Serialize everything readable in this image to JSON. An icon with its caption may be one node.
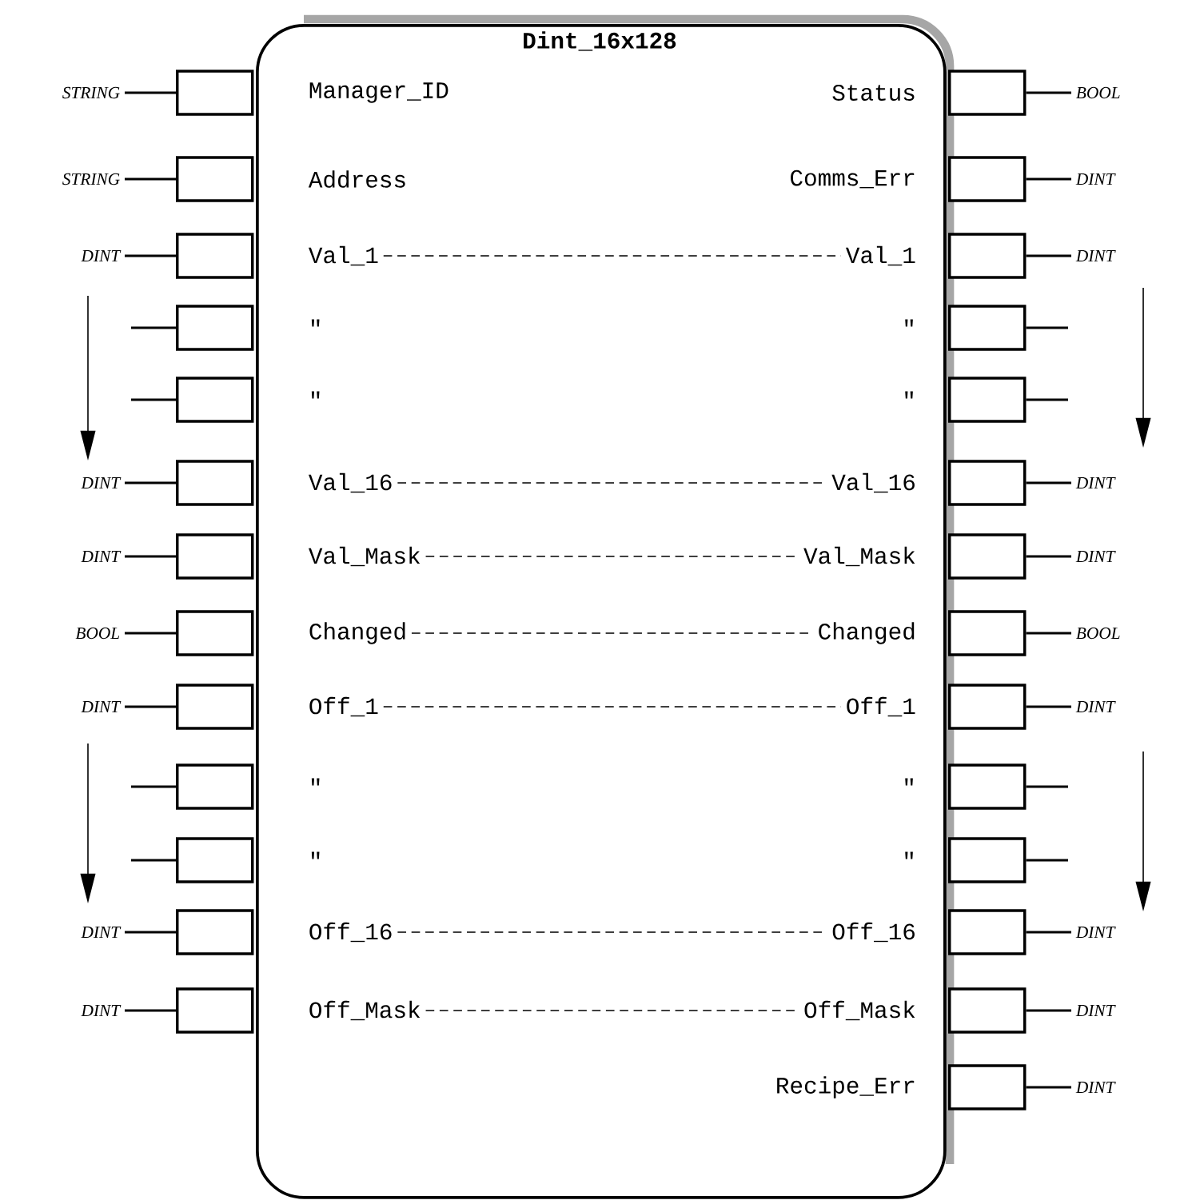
{
  "diagram": {
    "nodes": [
      {
        "text": [
          "Dint_16x128"
        ]
      },
      {
        "text": [
          "STRING"
        ]
      },
      {
        "text": [],
        "shape": "box"
      },
      {
        "text": [
          "Manager_ID"
        ],
        "in": 0
      },
      {
        "text": [
          "Status"
        ],
        "in": 0
      },
      {
        "text": [],
        "shape": "box"
      },
      {
        "text": [
          "BOOL"
        ]
      },
      {
        "text": [
          "STRING"
        ]
      },
      {
        "text": [],
        "shape": "box"
      },
      {
        "text": [
          "Address"
        ],
        "in": 0
      },
      {
        "text": [
          "Comms_Err"
        ],
        "in": 0
      },
      {
        "text": [],
        "shape": "box"
      },
      {
        "text": [
          "DINT"
        ]
      },
      {
        "text": [
          "DINT"
        ]
      },
      {
        "text": [],
        "shape": "box"
      },
      {
        "text": [
          "Val_1"
        ],
        "in": 0
      },
      {
        "text": [
          "Val_1"
        ],
        "in": 0
      },
      {
        "text": [],
        "shape": "box"
      },
      {
        "text": [
          "DINT"
        ]
      },
      {
        "text": [],
        "shape": "box"
      },
      {
        "text": [
          "\""
        ],
        "in": 0
      },
      {
        "text": [
          "\""
        ],
        "in": 0
      },
      {
        "text": [],
        "shape": "box"
      },
      {
        "text": [],
        "shape": "box"
      },
      {
        "text": [
          "\""
        ],
        "in": 0
      },
      {
        "text": [
          "\""
        ],
        "in": 0
      },
      {
        "text": [],
        "shape": "box"
      },
      {
        "text": [
          "DINT"
        ]
      },
      {
        "text": [],
        "shape": "box"
      },
      {
        "text": [
          "Val_16"
        ],
        "in": 0
      },
      {
        "text": [
          "Val_16"
        ],
        "in": 0
      },
      {
        "text": [],
        "shape": "box"
      },
      {
        "text": [
          "DINT"
        ]
      },
      {
        "text": [
          "DINT"
        ]
      },
      {
        "text": [],
        "shape": "box"
      },
      {
        "text": [
          "Val_Mask"
        ],
        "in": 0
      },
      {
        "text": [
          "Val_Mask"
        ],
        "in": 0
      },
      {
        "text": [],
        "shape": "box"
      },
      {
        "text": [
          "DINT"
        ]
      },
      {
        "text": [
          "BOOL"
        ]
      },
      {
        "text": [],
        "shape": "box"
      },
      {
        "text": [
          "Changed"
        ],
        "in": 0
      },
      {
        "text": [
          "Changed"
        ],
        "in": 0
      },
      {
        "text": [],
        "shape": "box"
      },
      {
        "text": [
          "BOOL"
        ]
      },
      {
        "text": [
          "DINT"
        ]
      },
      {
        "text": [],
        "shape": "box"
      },
      {
        "text": [
          "Off_1"
        ],
        "in": 0
      },
      {
        "text": [
          "Off_1"
        ],
        "in": 0
      },
      {
        "text": [],
        "shape": "box"
      },
      {
        "text": [
          "DINT"
        ]
      },
      {
        "text": [],
        "shape": "box"
      },
      {
        "text": [
          "\""
        ],
        "in": 0
      },
      {
        "text": [
          "\""
        ],
        "in": 0
      },
      {
        "text": [],
        "shape": "box"
      },
      {
        "text": [],
        "shape": "box"
      },
      {
        "text": [
          "\""
        ],
        "in": 0
      },
      {
        "text": [
          "\""
        ],
        "in": 0
      },
      {
        "text": [],
        "shape": "box"
      },
      {
        "text": [
          "DINT"
        ]
      },
      {
        "text": [],
        "shape": "box"
      },
      {
        "text": [
          "Off_16"
        ],
        "in": 0
      },
      {
        "text": [
          "Off_16"
        ],
        "in": 0
      },
      {
        "text": [],
        "shape": "box"
      },
      {
        "text": [
          "DINT"
        ]
      },
      {
        "text": [
          "DINT"
        ]
      },
      {
        "text": [],
        "shape": "box"
      },
      {
        "text": [
          "Off_Mask"
        ],
        "in": 0
      },
      {
        "text": [
          "Off_Mask"
        ],
        "in": 0
      },
      {
        "text": [],
        "shape": "box"
      },
      {
        "text": [
          "DINT"
        ]
      },
      {
        "text": [
          "Recipe_Err"
        ],
        "in": 0
      },
      {
        "text": [],
        "shape": "box"
      },
      {
        "text": [
          "DINT"
        ]
      }
    ],
    "edges": [
      {
        "from": 1,
        "to": 2,
        "arrow": "none"
      },
      {
        "from": 5,
        "to": 6,
        "arrow": "none"
      },
      {
        "from": 7,
        "to": 8,
        "arrow": "none"
      },
      {
        "from": 11,
        "to": 12,
        "arrow": "none"
      },
      {
        "from": 13,
        "to": 14,
        "arrow": "none"
      },
      {
        "from": 15,
        "to": 16,
        "arrow": "none",
        "style": "dashed"
      },
      {
        "from": 17,
        "to": 18,
        "arrow": "none"
      },
      {
        "from": null,
        "to": 19,
        "arrow": "none"
      },
      {
        "from": 22,
        "to": null,
        "arrow": "none"
      },
      {
        "from": null,
        "to": 23,
        "arrow": "none"
      },
      {
        "from": 26,
        "to": null,
        "arrow": "none"
      },
      {
        "from": 27,
        "to": 28,
        "arrow": "none"
      },
      {
        "from": 29,
        "to": 30,
        "arrow": "none",
        "style": "dashed"
      },
      {
        "from": 31,
        "to": 32,
        "arrow": "none"
      },
      {
        "from": 33,
        "to": 34,
        "arrow": "none"
      },
      {
        "from": 35,
        "to": 36,
        "arrow": "none",
        "style": "dashed"
      },
      {
        "from": 37,
        "to": 38,
        "arrow": "none"
      },
      {
        "from": 39,
        "to": 40,
        "arrow": "none"
      },
      {
        "from": 41,
        "to": 42,
        "arrow": "none",
        "style": "dashed"
      },
      {
        "from": 43,
        "to": 44,
        "arrow": "none"
      },
      {
        "from": 45,
        "to": 46,
        "arrow": "none"
      },
      {
        "from": 47,
        "to": 48,
        "arrow": "none",
        "style": "dashed"
      },
      {
        "from": 49,
        "to": 50,
        "arrow": "none"
      },
      {
        "from": null,
        "to": 51,
        "arrow": "none"
      },
      {
        "from": 54,
        "to": null,
        "arrow": "none"
      },
      {
        "from": null,
        "to": 55,
        "arrow": "none"
      },
      {
        "from": 58,
        "to": null,
        "arrow": "none"
      },
      {
        "from": 59,
        "to": 60,
        "arrow": "none"
      },
      {
        "from": 61,
        "to": 62,
        "arrow": "none",
        "style": "dashed"
      },
      {
        "from": 63,
        "to": 64,
        "arrow": "none"
      },
      {
        "from": 65,
        "to": 66,
        "arrow": "none"
      },
      {
        "from": 67,
        "to": 68,
        "arrow": "none",
        "style": "dashed"
      },
      {
        "from": 69,
        "to": 70,
        "arrow": "none"
      },
      {
        "from": 72,
        "to": 73,
        "arrow": "none"
      }
    ]
  }
}
